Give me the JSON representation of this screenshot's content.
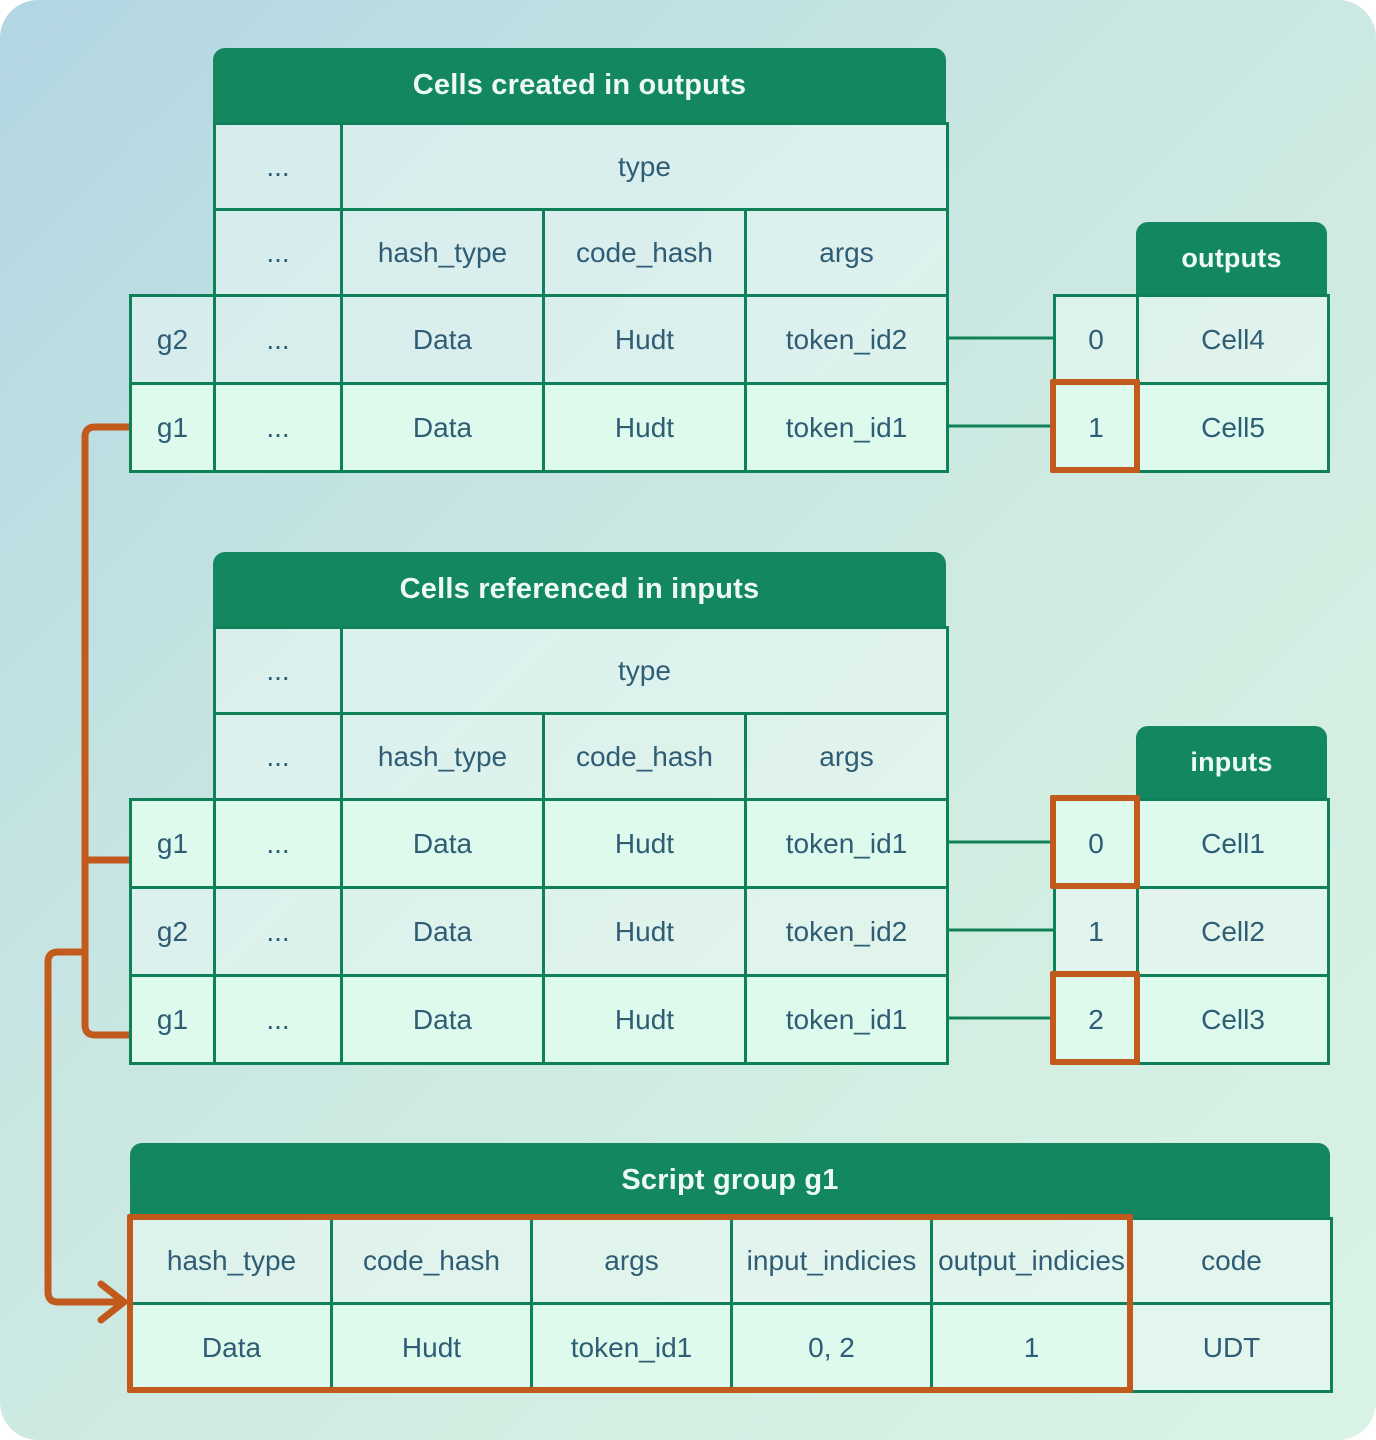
{
  "colors": {
    "header_green": "#13875f",
    "border_green": "#0f8158",
    "highlight_mint": "#ddfaec",
    "accent_orange": "#c2591d",
    "text_dark": "#2f5d75"
  },
  "top_table": {
    "title": "Cells created in outputs",
    "dots": "...",
    "type_header": "type",
    "columns": [
      "hash_type",
      "code_hash",
      "args"
    ],
    "rows": [
      {
        "group": "g2",
        "hash_type": "Data",
        "code_hash": "Hudt",
        "args": "token_id2"
      },
      {
        "group": "g1",
        "hash_type": "Data",
        "code_hash": "Hudt",
        "args": "token_id1"
      }
    ]
  },
  "outputs_panel": {
    "title": "outputs",
    "rows": [
      {
        "index": "0",
        "cell": "Cell4"
      },
      {
        "index": "1",
        "cell": "Cell5"
      }
    ]
  },
  "middle_table": {
    "title": "Cells referenced in inputs",
    "dots": "...",
    "type_header": "type",
    "columns": [
      "hash_type",
      "code_hash",
      "args"
    ],
    "rows": [
      {
        "group": "g1",
        "hash_type": "Data",
        "code_hash": "Hudt",
        "args": "token_id1"
      },
      {
        "group": "g2",
        "hash_type": "Data",
        "code_hash": "Hudt",
        "args": "token_id2"
      },
      {
        "group": "g1",
        "hash_type": "Data",
        "code_hash": "Hudt",
        "args": "token_id1"
      }
    ]
  },
  "inputs_panel": {
    "title": "inputs",
    "rows": [
      {
        "index": "0",
        "cell": "Cell1"
      },
      {
        "index": "1",
        "cell": "Cell2"
      },
      {
        "index": "2",
        "cell": "Cell3"
      }
    ]
  },
  "script_group": {
    "title": "Script group g1",
    "columns": [
      "hash_type",
      "code_hash",
      "args",
      "input_indicies",
      "output_indicies",
      "code"
    ],
    "values": [
      "Data",
      "Hudt",
      "token_id1",
      "0, 2",
      "1",
      "UDT"
    ]
  }
}
